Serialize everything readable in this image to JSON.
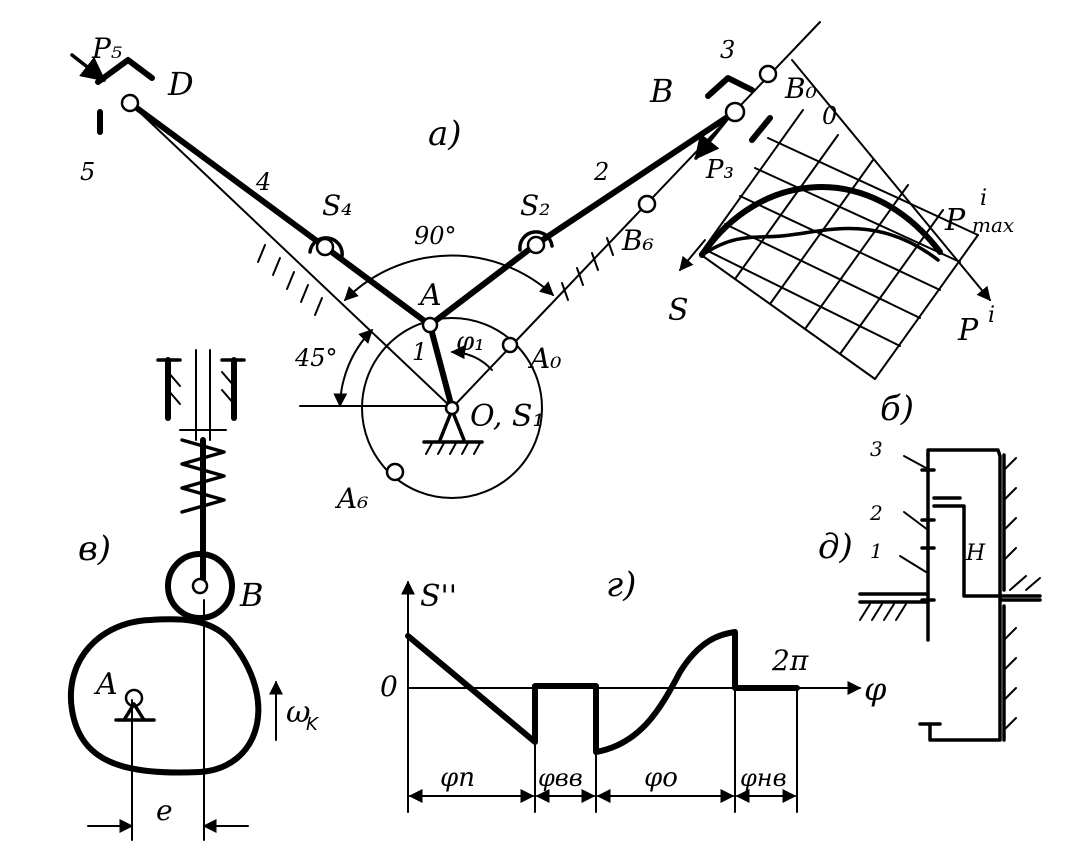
{
  "panels": {
    "a": "a)",
    "b": "б)",
    "v": "в)",
    "g": "г)",
    "d": "д)"
  },
  "linkage": {
    "point_D": "D",
    "point_B": "B",
    "point_B0": "B₀",
    "point_B6": "B₆",
    "point_A": "A",
    "point_A0": "A₀",
    "point_A6": "A₆",
    "point_O": "O, S₁",
    "point_S4": "S₄",
    "point_S2": "S₂",
    "link_1": "1",
    "link_2": "2",
    "link_3": "3",
    "link_4": "4",
    "link_5": "5",
    "angle_90": "90°",
    "angle_45": "45°",
    "angle_phi1": "φ₁",
    "force_P5": "P₅",
    "force_P3": "P₃",
    "axis_S": "S"
  },
  "grid_plot": {
    "origin": "0",
    "max_label": "P",
    "max_sup": "i",
    "max_sub": "max",
    "axis_label": "P",
    "axis_sup": "i"
  },
  "cam": {
    "point_A": "A",
    "point_B": "B",
    "omega": "ω",
    "omega_sub": "K",
    "offset": "e"
  },
  "chart": {
    "ylabel": "S''",
    "xlabel": "φ",
    "zero": "0",
    "two_pi": "2π",
    "phases": [
      "φп",
      "φвв",
      "φо",
      "φнв"
    ]
  },
  "planetary": {
    "gear_3": "3",
    "gear_2": "2",
    "gear_1": "1",
    "carrier": "H"
  }
}
